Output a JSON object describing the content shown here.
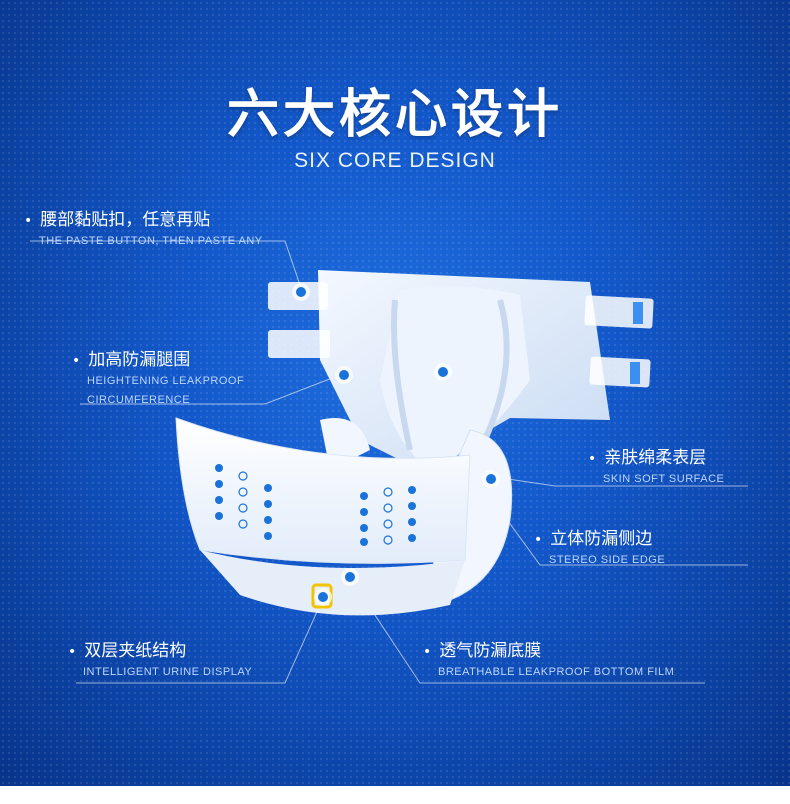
{
  "heading": {
    "title_cn": "六大核心设计",
    "title_en": "SIX CORE DESIGN"
  },
  "features": [
    {
      "cn": "腰部黏贴扣，任意再贴",
      "en": "THE PASTE BUTTON, THEN PASTE ANY"
    },
    {
      "cn": "加高防漏腿围",
      "en": "HEIGHTENING LEAKPROOF",
      "en2": "CIRCUMFERENCE"
    },
    {
      "cn": "亲肤绵柔表层",
      "en": "SKIN SOFT SURFACE"
    },
    {
      "cn": "立体防漏侧边",
      "en": "STEREO SIDE EDGE"
    },
    {
      "cn": "双层夹纸结构",
      "en": "INTELLIGENT URINE DISPLAY"
    },
    {
      "cn": "透气防漏底膜",
      "en": "BREATHABLE LEAKPROOF BOTTOM FILM"
    }
  ],
  "colors": {
    "background": "#1257c9",
    "indicator_blue": "#1a73d9",
    "text": "#ffffff"
  }
}
